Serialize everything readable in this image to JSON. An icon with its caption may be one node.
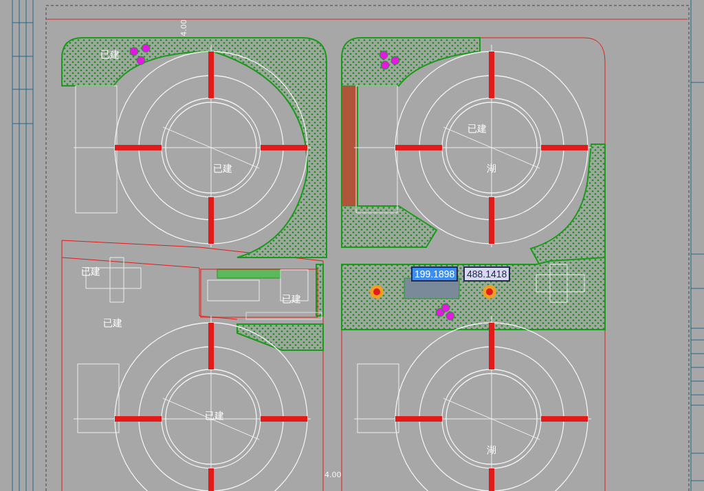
{
  "diagram": {
    "labels": [
      "已建",
      "4.00",
      "已建",
      "已建",
      "湖",
      "已建",
      "199.1898",
      "488.1418",
      "已建",
      "已建",
      "已建",
      "湖",
      "4.00"
    ]
  }
}
